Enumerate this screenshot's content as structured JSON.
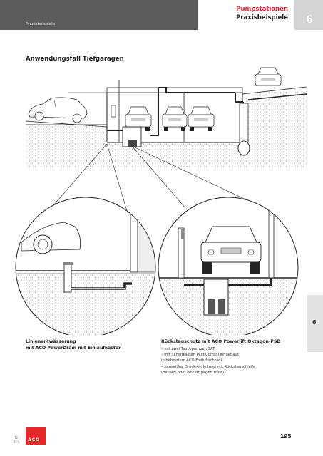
{
  "header": {
    "section_label": "Praxisbeispiele",
    "category": "Pumpstationen",
    "subtitle": "Praxisbeispiele",
    "chapter_number": "6"
  },
  "page_title": "Anwendungsfall Tiefgaragen",
  "side_tab": "6",
  "captions": {
    "left_line1": "Linienentwässerung",
    "left_line2": "mit ACO PowerDrain mit Einlaufkasten",
    "right_title": "Rückstauschutz mit ACO Powerlift Oktagon-PSD",
    "bullets": [
      "– mit zwei Tauchpumpen SAT",
      "– mit Schaltkasten MultiControl eingebaut",
      "   in beheiztem ACO Freiluftschrank",
      "– bauseitige Druckrohrleitung mit Rückstauschleife",
      "   (beheizt oder Isoliert gegen Frost)"
    ]
  },
  "footer": {
    "logo": "ACO",
    "code_line1": "T2",
    "code_line2": "FFS",
    "page_number": "195"
  },
  "colors": {
    "accent_red": "#e3292a",
    "header_gray": "#5b5b5b"
  }
}
